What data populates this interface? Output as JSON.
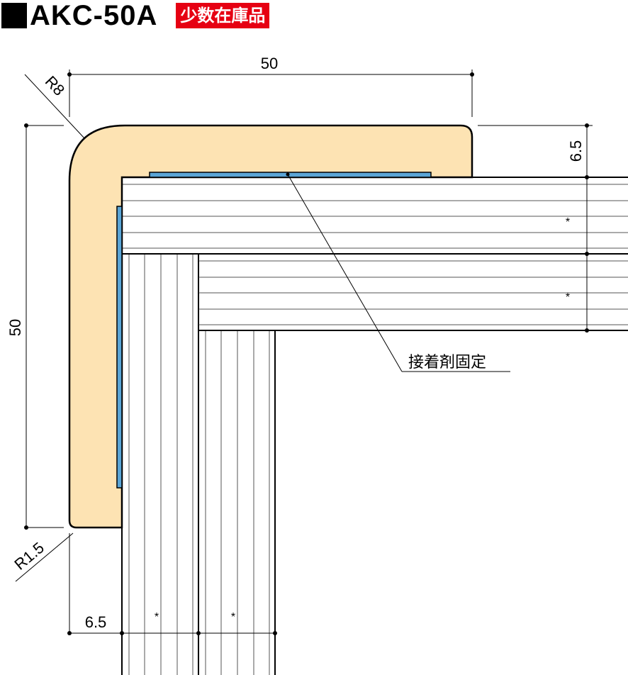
{
  "header": {
    "title": "AKC-50A",
    "badge": "少数在庫品"
  },
  "dimensions": {
    "width": "50",
    "height": "50",
    "top_thickness": "6.5",
    "bottom_thickness": "6.5",
    "outer_radius": "R8",
    "inner_radius": "R1.5"
  },
  "marks": {
    "asterisk": "*"
  },
  "callout": {
    "adhesive": "接着剤固定"
  },
  "colors": {
    "profile": "#fde3b3",
    "adhesive": "#5aa5d6",
    "badge": "#e60012"
  }
}
